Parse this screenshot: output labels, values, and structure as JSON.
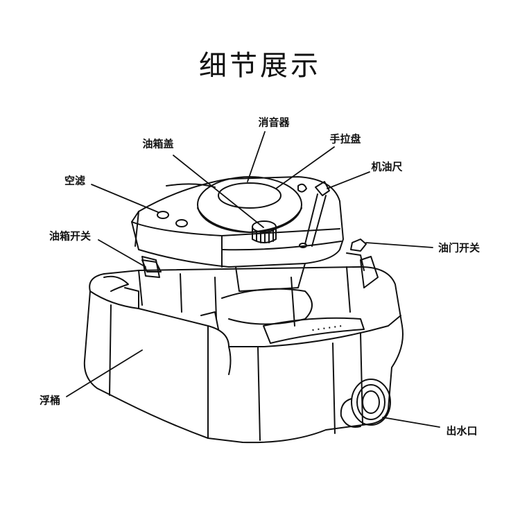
{
  "title": "细节展示",
  "labels": {
    "muffler": "消音器",
    "recoil_starter": "手拉盘",
    "fuel_cap": "油箱盖",
    "dipstick": "机油尺",
    "air_filter": "空滤",
    "fuel_valve": "油箱开关",
    "throttle_switch": "油门开关",
    "float": "浮桶",
    "water_outlet": "出水口"
  }
}
